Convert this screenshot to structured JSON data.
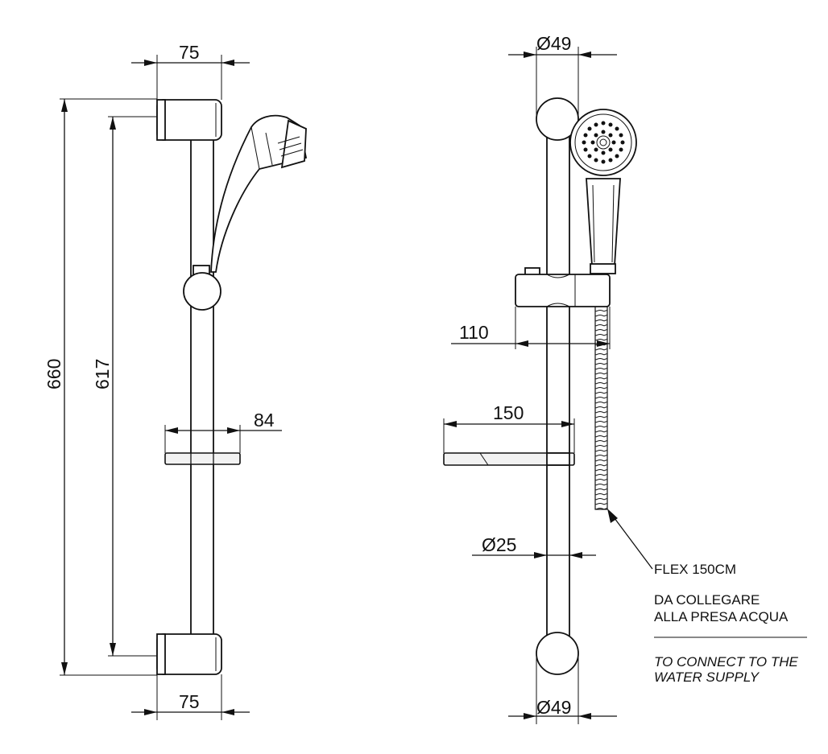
{
  "dimensions": {
    "side_top_width": "75",
    "side_bottom_width": "75",
    "overall_height": "660",
    "fixing_centers": "617",
    "soap_dish_side": "84",
    "front_top_diameter": "Ø49",
    "front_bottom_diameter": "Ø49",
    "hose_offset": "110",
    "soap_dish_front": "150",
    "rail_diameter": "Ø25"
  },
  "notes": {
    "flex": "FLEX 150CM",
    "it_line1": "DA COLLEGARE",
    "it_line2": "ALLA PRESA ACQUA",
    "en_line1": "TO CONNECT TO THE",
    "en_line2": "WATER SUPPLY"
  }
}
